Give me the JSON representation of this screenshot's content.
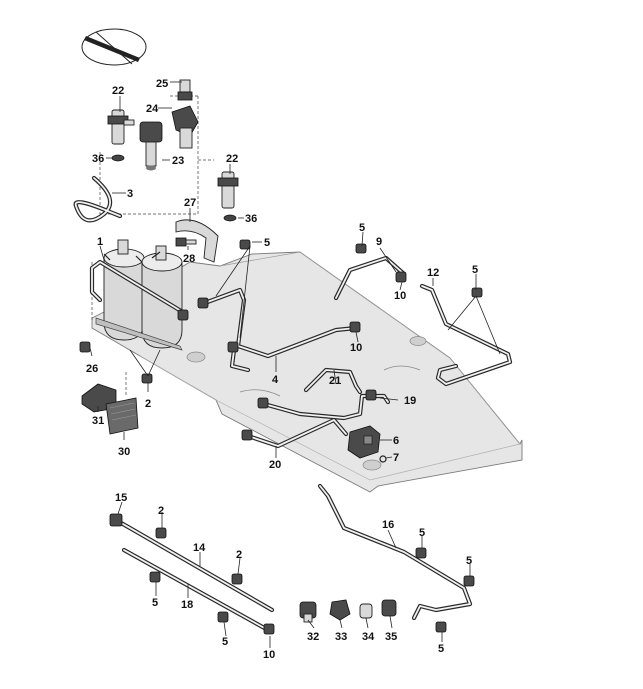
{
  "callouts": {
    "c1": "1",
    "c2a": "2",
    "c2b": "2",
    "c2c": "2",
    "c3": "3",
    "c4": "4",
    "c5a": "5",
    "c5b": "5",
    "c5c": "5",
    "c5d": "5",
    "c5e": "5",
    "c5f": "5",
    "c5g": "5",
    "c5h": "5",
    "c6": "6",
    "c7": "7",
    "c9": "9",
    "c10a": "10",
    "c10b": "10",
    "c10c": "10",
    "c12": "12",
    "c14": "14",
    "c15": "15",
    "c16": "16",
    "c18": "18",
    "c19": "19",
    "c20": "20",
    "c21": "21",
    "c22a": "22",
    "c22b": "22",
    "c23": "23",
    "c24": "24",
    "c25": "25",
    "c26": "26",
    "c27": "27",
    "c28": "28",
    "c30": "30",
    "c31": "31",
    "c32": "32",
    "c33": "33",
    "c34": "34",
    "c35": "35",
    "c36a": "36",
    "c36b": "36"
  }
}
